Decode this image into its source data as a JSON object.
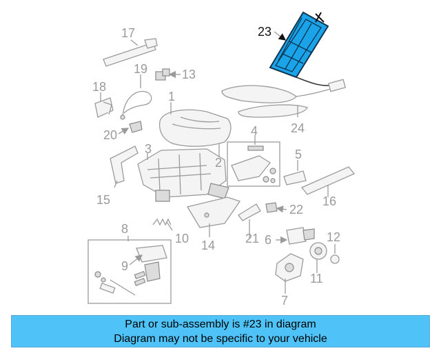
{
  "diagram": {
    "highlighted_part": "23",
    "highlight_color": "#1aa3e8",
    "callouts": [
      "1",
      "2",
      "3",
      "4",
      "5",
      "6",
      "7",
      "8",
      "9",
      "10",
      "11",
      "12",
      "13",
      "14",
      "15",
      "16",
      "17",
      "18",
      "19",
      "20",
      "21",
      "22",
      "23",
      "24"
    ]
  },
  "banner": {
    "line1": "Part or sub-assembly is #23 in diagram",
    "line2": "Diagram may not be specific to your vehicle",
    "background": "#4fc3f7"
  }
}
